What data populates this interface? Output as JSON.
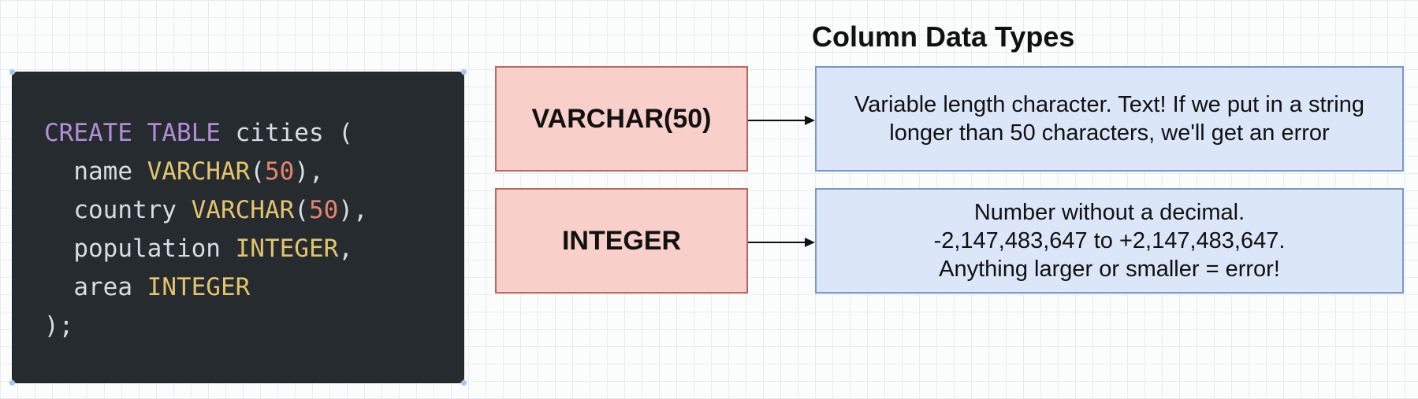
{
  "title": "Column Data Types",
  "code": {
    "line1": {
      "kw1": "CREATE",
      "kw2": "TABLE",
      "rest": " cities ("
    },
    "line2": {
      "col": "  name ",
      "type": "VARCHAR",
      "open": "(",
      "num": "50",
      "close": "),"
    },
    "line3": {
      "col": "  country ",
      "type": "VARCHAR",
      "open": "(",
      "num": "50",
      "close": "),"
    },
    "line4": {
      "col": "  population ",
      "type": "INTEGER",
      "close": ","
    },
    "line5": {
      "col": "  area ",
      "type": "INTEGER"
    },
    "line6": ");"
  },
  "types": [
    {
      "label": "VARCHAR(50)",
      "description": "Variable length character. Text! If we put in a string longer than 50 characters, we'll get an error"
    },
    {
      "label": "INTEGER",
      "description_lines": [
        "Number without a decimal.",
        "-2,147,483,647 to +2,147,483,647.",
        "Anything larger or smaller = error!"
      ]
    }
  ],
  "colors": {
    "code_bg": "#262b30",
    "keyword": "#b48ed8",
    "type": "#e3c46d",
    "number": "#e6836c",
    "type_box_fill": "#f8cfc9",
    "type_box_border": "#b86a62",
    "desc_box_fill": "#dbe6f8",
    "desc_box_border": "#7b97c4"
  }
}
